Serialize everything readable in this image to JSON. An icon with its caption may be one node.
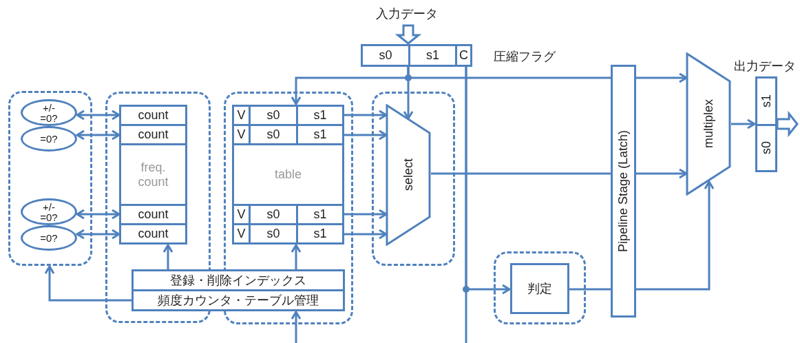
{
  "diagram": {
    "nodes": [
      {
        "text": [],
        "shape": "box"
      },
      {
        "text": [
          "+/- =0?"
        ],
        "in": 0
      },
      {
        "text": [
          "=0?"
        ],
        "in": 0
      },
      {
        "text": [
          "+/- =0?"
        ],
        "in": 0
      },
      {
        "text": [
          "=0?"
        ],
        "in": 0
      },
      {
        "text": [],
        "shape": "box"
      },
      {
        "text": [
          "count"
        ],
        "in": 5
      },
      {
        "text": [
          "count"
        ],
        "in": 5
      },
      {
        "text": [
          "freq. count"
        ],
        "in": 5
      },
      {
        "text": [
          "count"
        ],
        "in": 5
      },
      {
        "text": [
          "count"
        ],
        "in": 5
      },
      {
        "text": [],
        "shape": "box"
      },
      {
        "text": [
          "V",
          "s0",
          "s1"
        ],
        "in": 11
      },
      {
        "text": [
          "V",
          "s0",
          "s1"
        ],
        "in": 11
      },
      {
        "text": [
          "table"
        ],
        "in": 11
      },
      {
        "text": [
          "V",
          "s0",
          "s1"
        ],
        "in": 11
      },
      {
        "text": [
          "V",
          "s0",
          "s1"
        ],
        "in": 11
      },
      {
        "text": [
          "登録・削除インデックス"
        ]
      },
      {
        "text": [
          "頻度カウンタ・テーブル管理"
        ]
      },
      {
        "text": [],
        "shape": "box"
      },
      {
        "text": [
          "select"
        ],
        "in": 19
      },
      {
        "text": [
          "s0",
          "s1",
          "C"
        ],
        "beside": [
          "圧縮フラグ"
        ]
      },
      {
        "text": [],
        "shape": "box"
      },
      {
        "text": [
          "判定"
        ],
        "in": 22
      },
      {
        "text": [
          "Pipeline Stage (Latch)"
        ]
      },
      {
        "text": [
          "multiplex"
        ]
      },
      {
        "text": [
          "s1",
          "s0"
        ],
        "beside": [
          "出力データ"
        ]
      }
    ],
    "edges": [
      {
        "from": 1,
        "to": 6,
        "arrow": "both"
      },
      {
        "from": 2,
        "to": 7,
        "arrow": "both"
      },
      {
        "from": 3,
        "to": 9,
        "arrow": "both"
      },
      {
        "from": 4,
        "to": 10,
        "arrow": "both"
      },
      {
        "from": 18,
        "to": 0,
        "arrow": "to"
      },
      {
        "from": 17,
        "to": 10,
        "arrow": "to"
      },
      {
        "from": 17,
        "to": 16,
        "arrow": "to"
      },
      {
        "from": null,
        "to": 18,
        "arrow": "to"
      },
      {
        "from": 12,
        "to": 20,
        "arrow": "to"
      },
      {
        "from": 13,
        "to": 20,
        "arrow": "to"
      },
      {
        "from": 15,
        "to": 20,
        "arrow": "to"
      },
      {
        "from": 16,
        "to": 20,
        "arrow": "to"
      },
      {
        "from": 21,
        "to": 20,
        "arrow": "to"
      },
      {
        "from": 21,
        "to": 12,
        "arrow": "to"
      },
      {
        "from": 21,
        "to": 24,
        "arrow": "none"
      },
      {
        "from": 24,
        "to": 25,
        "arrow": "to"
      },
      {
        "from": 20,
        "to": 24,
        "arrow": "none"
      },
      {
        "from": 24,
        "to": 25,
        "arrow": "to"
      },
      {
        "from": 21,
        "to": null,
        "arrow": "none"
      },
      {
        "from": 21,
        "to": 23,
        "arrow": "to"
      },
      {
        "from": 23,
        "to": 24,
        "arrow": "none"
      },
      {
        "from": 24,
        "to": 25,
        "arrow": "to"
      },
      {
        "from": 25,
        "to": 26,
        "arrow": "to"
      },
      {
        "from": 26,
        "to": null,
        "arrow": "to"
      },
      {
        "from": null,
        "to": 21,
        "arrow": "to",
        "label": "入力データ"
      }
    ]
  }
}
